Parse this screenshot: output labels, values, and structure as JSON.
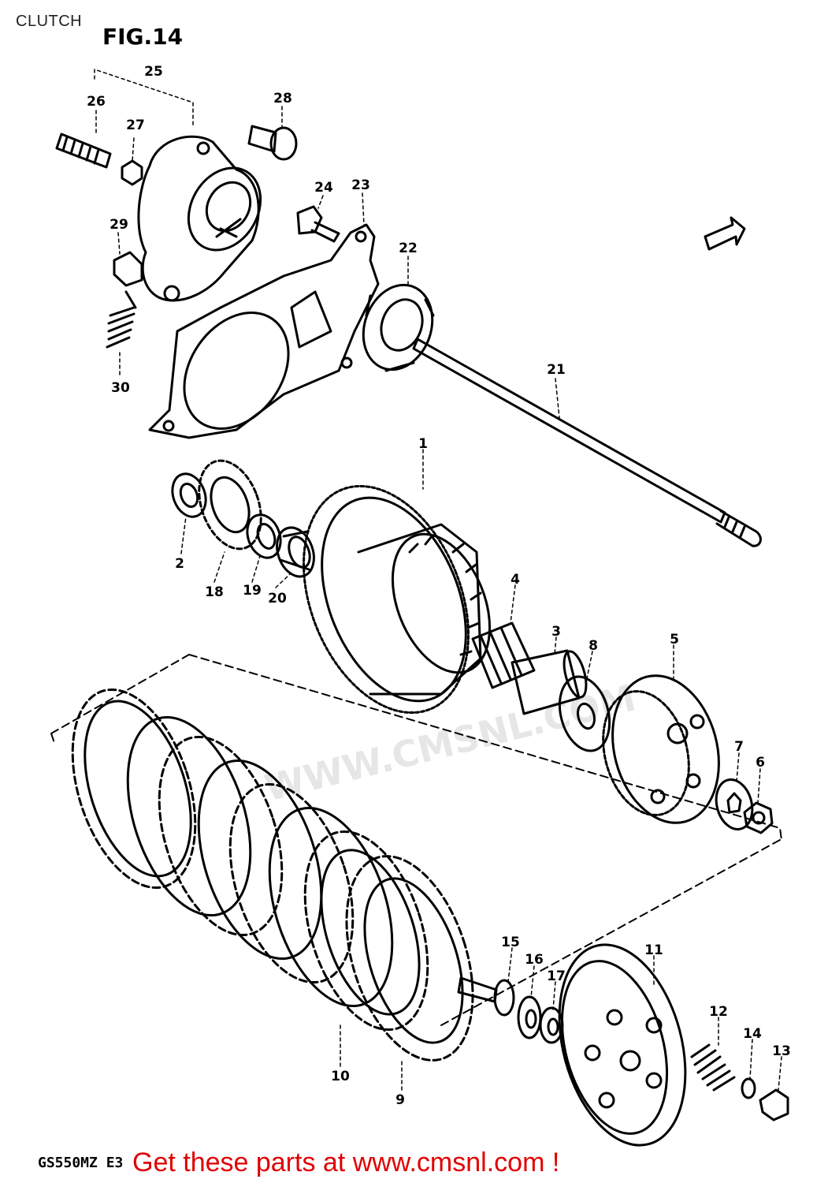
{
  "header": {
    "title": "CLUTCH",
    "figure": "FIG.14"
  },
  "footer": {
    "model": "GS550MZ E3",
    "cta": "Get these parts at www.cmsnl.com !"
  },
  "watermark": "WWW.CMSNL.COM",
  "colors": {
    "cta": "#e00000",
    "ink": "#000000",
    "watermark": "#e6e6e6"
  },
  "parts": [
    {
      "id": "p1",
      "label": "1"
    },
    {
      "id": "p2",
      "label": "2"
    },
    {
      "id": "p3",
      "label": "3"
    },
    {
      "id": "p4",
      "label": "4"
    },
    {
      "id": "p5",
      "label": "5"
    },
    {
      "id": "p6",
      "label": "6"
    },
    {
      "id": "p7",
      "label": "7"
    },
    {
      "id": "p8",
      "label": "8"
    },
    {
      "id": "p9",
      "label": "9"
    },
    {
      "id": "p10",
      "label": "10"
    },
    {
      "id": "p11",
      "label": "11"
    },
    {
      "id": "p12",
      "label": "12"
    },
    {
      "id": "p13",
      "label": "13"
    },
    {
      "id": "p14",
      "label": "14"
    },
    {
      "id": "p15",
      "label": "15"
    },
    {
      "id": "p16",
      "label": "16"
    },
    {
      "id": "p17",
      "label": "17"
    },
    {
      "id": "p18",
      "label": "18"
    },
    {
      "id": "p19",
      "label": "19"
    },
    {
      "id": "p20",
      "label": "20"
    },
    {
      "id": "p21",
      "label": "21"
    },
    {
      "id": "p22",
      "label": "22"
    },
    {
      "id": "p23",
      "label": "23"
    },
    {
      "id": "p24",
      "label": "24"
    },
    {
      "id": "p25",
      "label": "25"
    },
    {
      "id": "p26",
      "label": "26"
    },
    {
      "id": "p27",
      "label": "27"
    },
    {
      "id": "p28",
      "label": "28"
    },
    {
      "id": "p29",
      "label": "29"
    },
    {
      "id": "p30",
      "label": "30"
    }
  ]
}
